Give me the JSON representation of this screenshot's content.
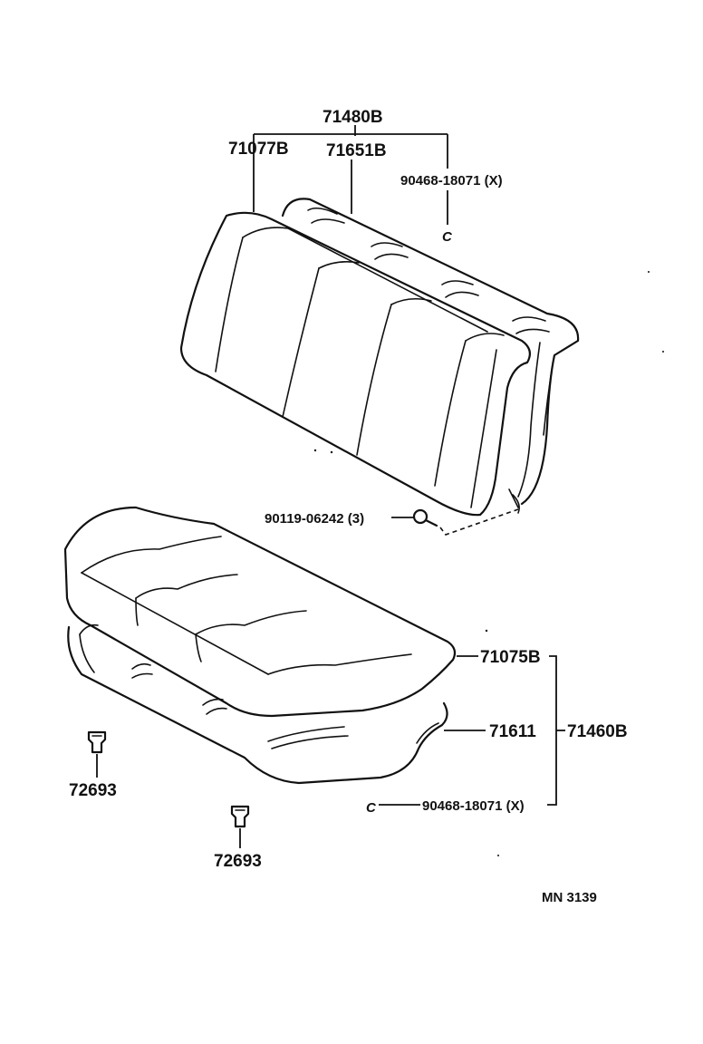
{
  "diagram": {
    "reference_code": "MN 3139",
    "parts": {
      "seatback_assembly": "71480B",
      "seatback_cover": "71077B",
      "seatback_pad": "71651B",
      "seatback_clip": "90468-18071 (X)",
      "seatback_clip_mark": "C",
      "bolt": "90119-06242 (3)",
      "cushion_cover": "71075B",
      "cushion_pad": "71611",
      "cushion_assembly": "71460B",
      "cushion_clip": "90468-18071 (X)",
      "cushion_clip_mark": "C",
      "hook_left": "72693",
      "hook_right": "72693"
    }
  }
}
